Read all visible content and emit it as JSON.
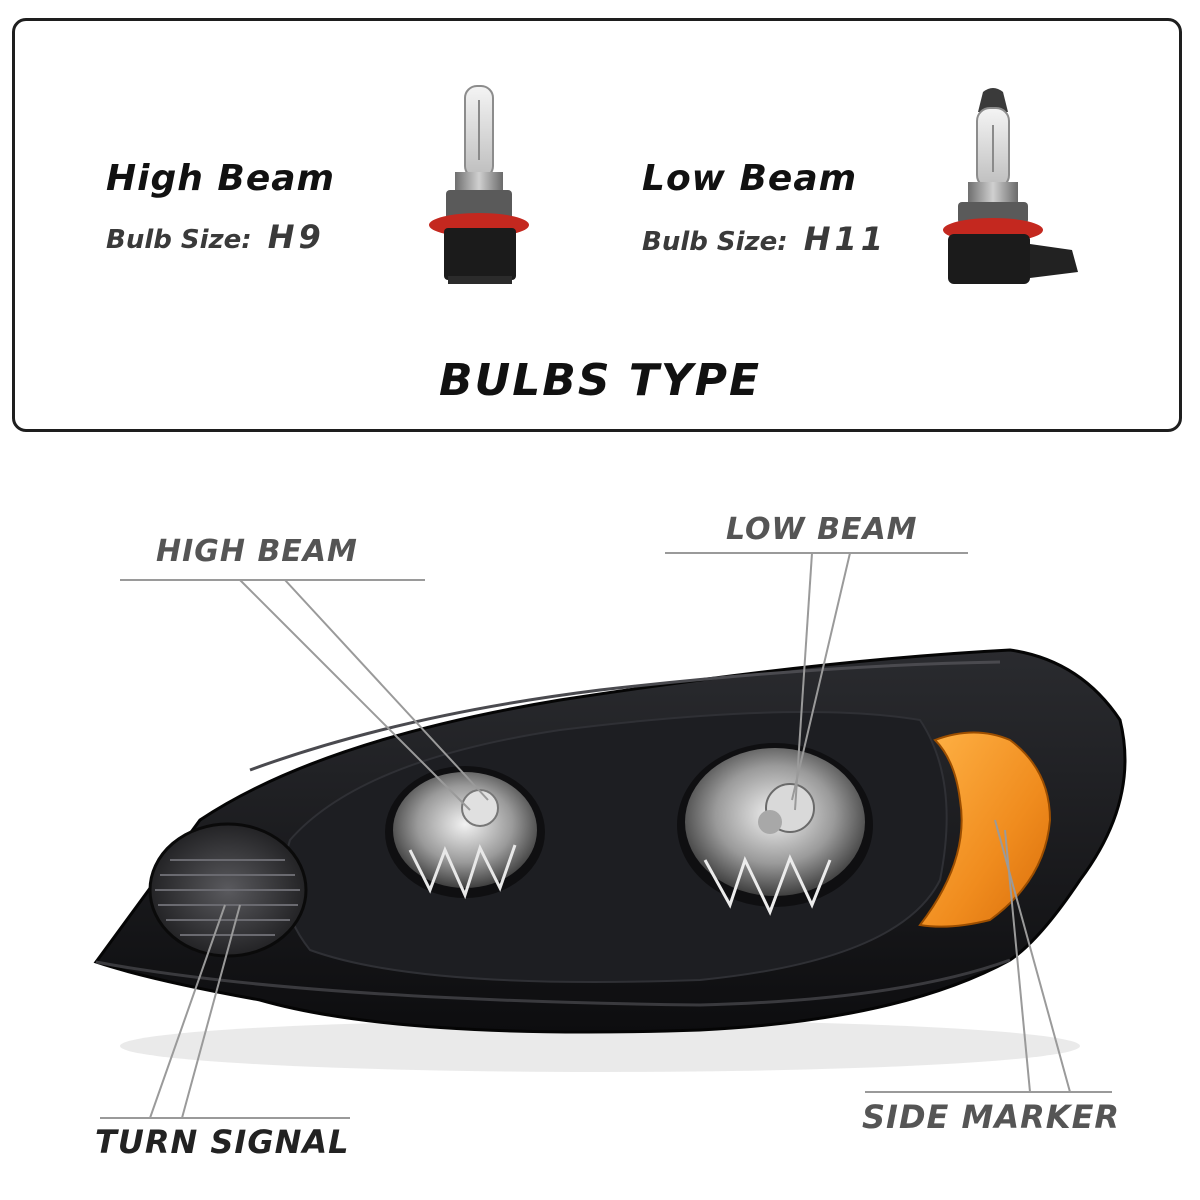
{
  "bulbs_panel": {
    "high_beam": {
      "title": "High Beam",
      "size_label": "Bulb Size:",
      "size_value": "H9"
    },
    "low_beam": {
      "title": "Low Beam",
      "size_label": "Bulb Size:",
      "size_value": "H11"
    },
    "section_title": "BULBS TYPE"
  },
  "callouts": {
    "high_beam": "HIGH BEAM",
    "low_beam": "LOW BEAM",
    "turn_signal": "TURN SIGNAL",
    "side_marker": "SIDE MARKER"
  },
  "colors": {
    "housing": "#16171a",
    "amber": "#f08c1e",
    "bulb_base_red": "#c4281f",
    "leader_line": "#9a9a9a"
  }
}
